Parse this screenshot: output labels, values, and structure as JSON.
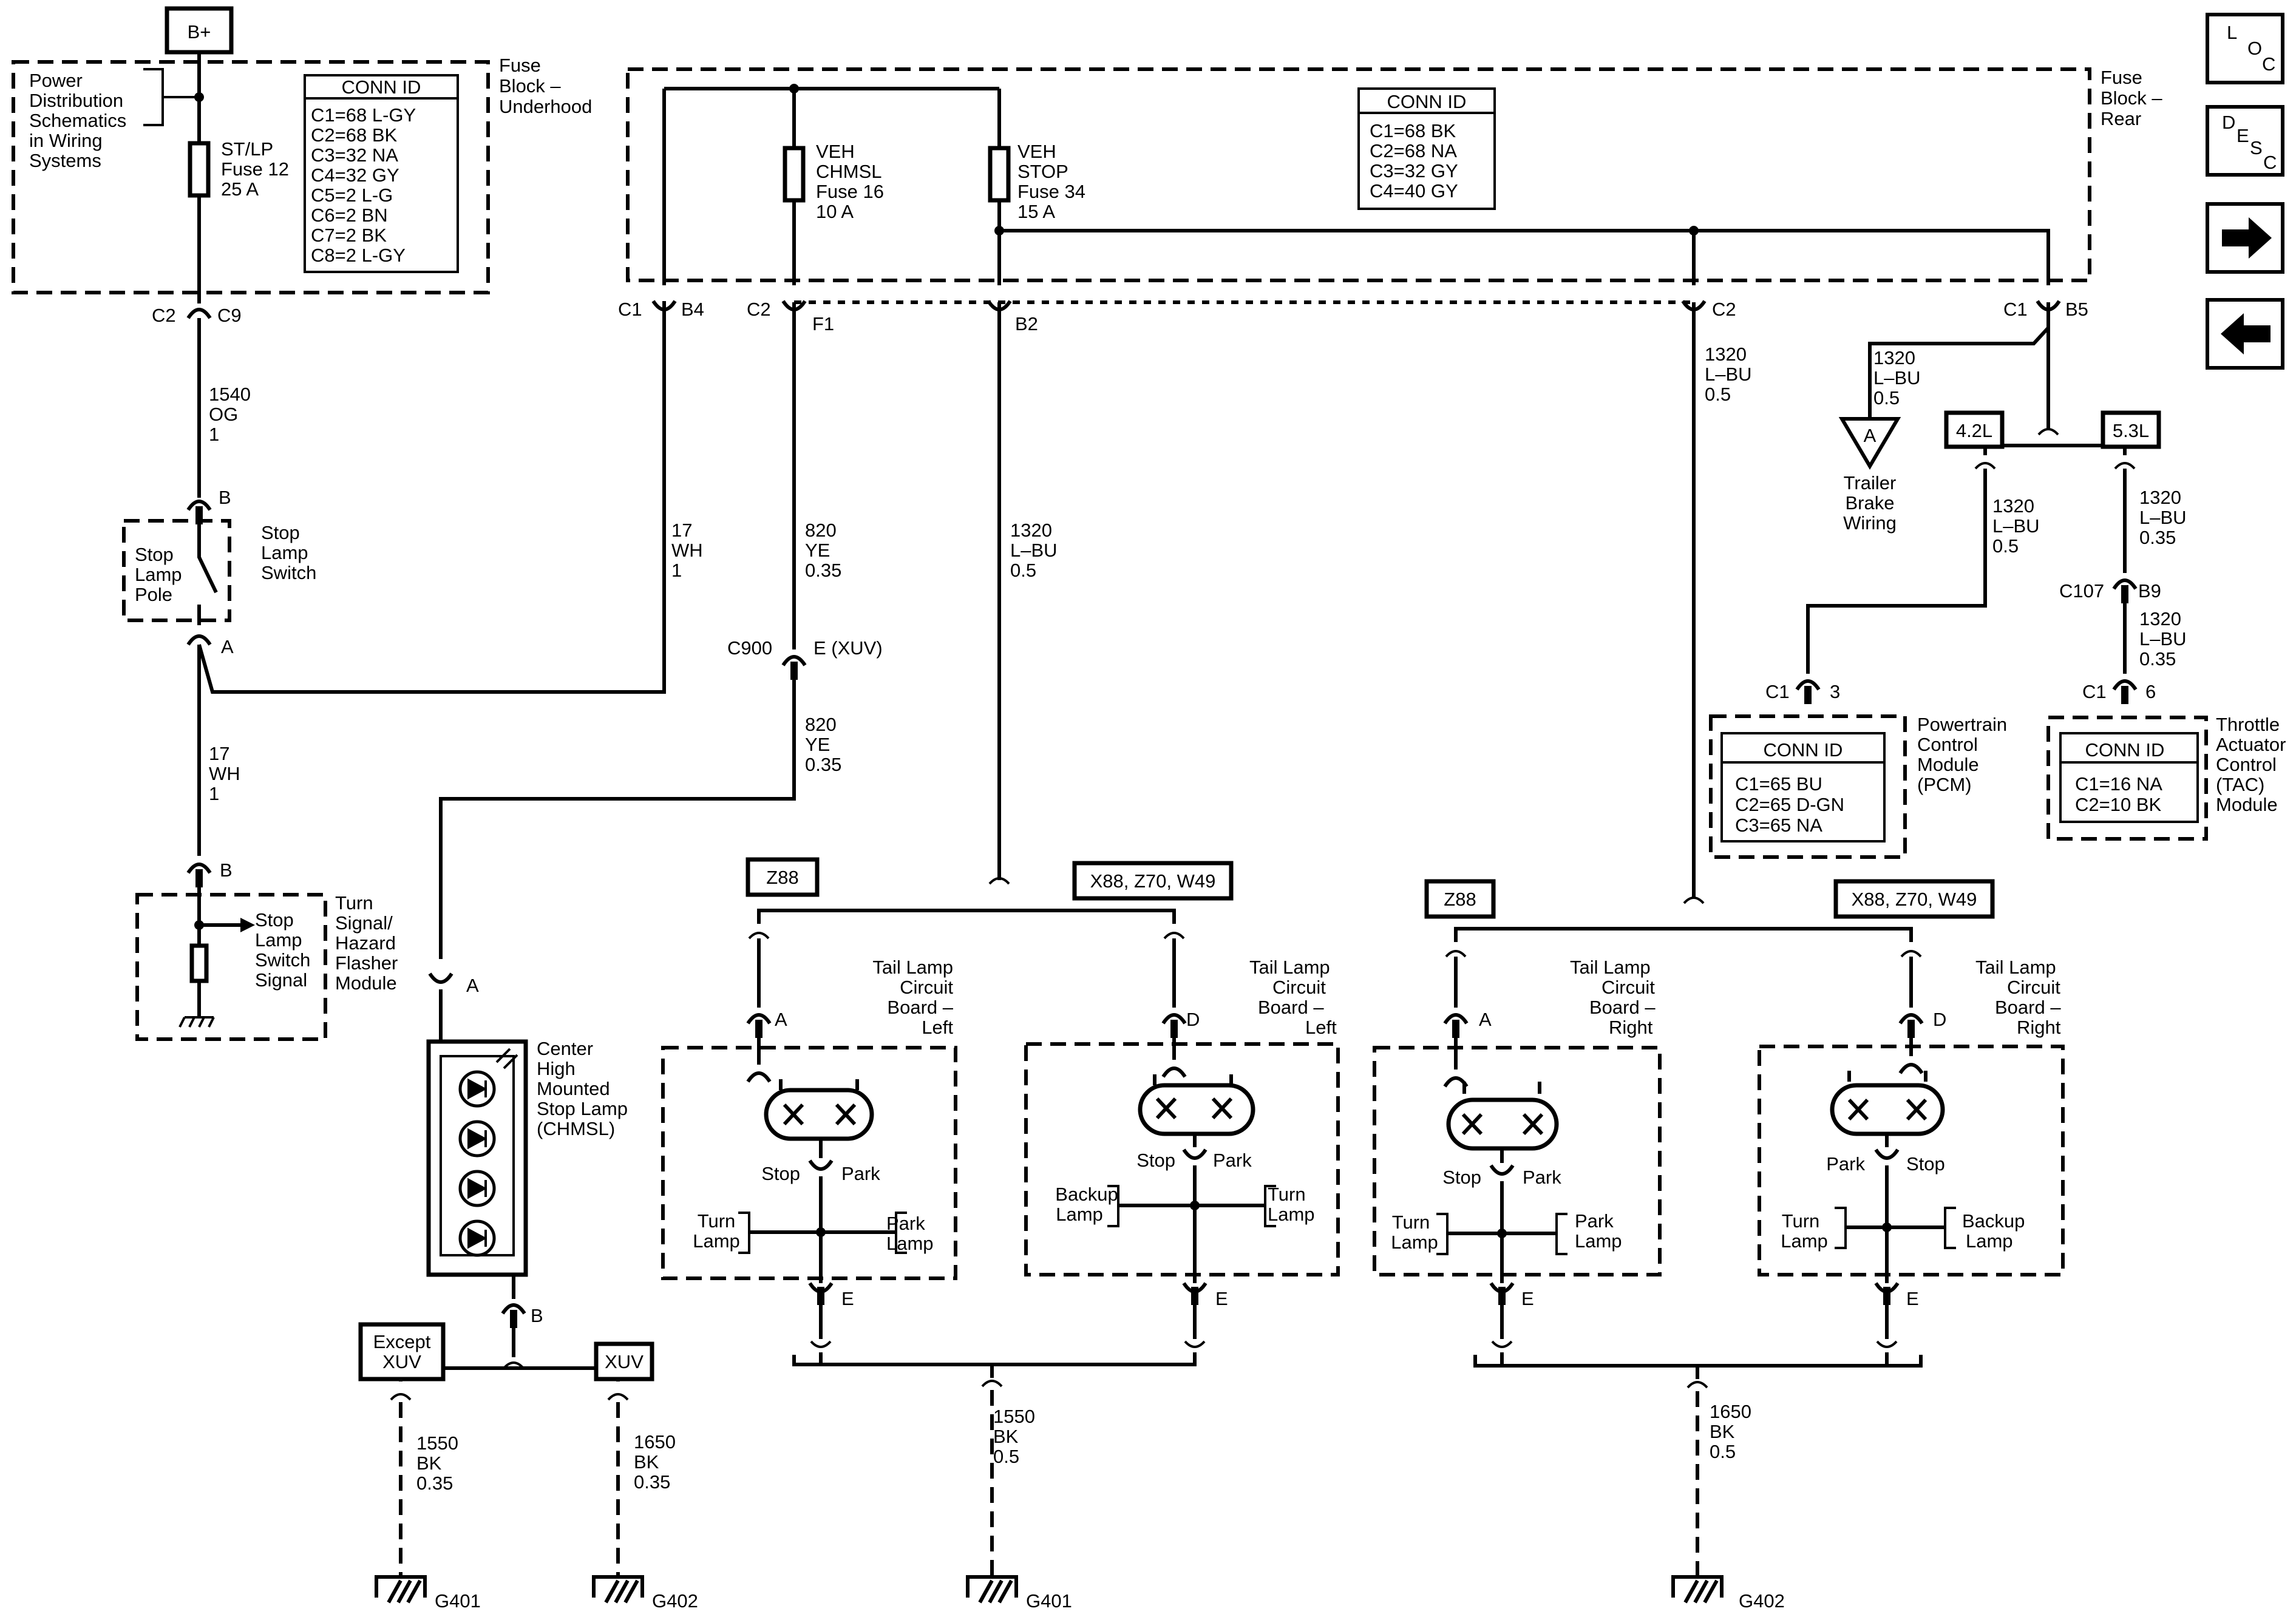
{
  "power": {
    "label": "B+"
  },
  "nav": {
    "loc": [
      "L",
      "O",
      "C"
    ],
    "desc": [
      "D",
      "E",
      "S",
      "C"
    ]
  },
  "underhood": {
    "title": [
      "Fuse",
      "Block –",
      "Underhood"
    ],
    "ref": [
      "Power",
      "Distribution",
      "Schematics",
      "in Wiring",
      "Systems"
    ],
    "fuse": [
      "ST/LP",
      "Fuse 12",
      "25 A"
    ],
    "conn_id_title": "CONN ID",
    "conn_ids": [
      "C1=68 L-GY",
      "C2=68 BK",
      "C3=32 NA",
      "C4=32 GY",
      "C5=2 L-G",
      "C6=2 BN",
      "C7=2 BK",
      "C8=2 L-GY"
    ]
  },
  "rear": {
    "title": [
      "Fuse",
      "Block –",
      "Rear"
    ],
    "conn_id_title": "CONN ID",
    "conn_ids": [
      "C1=68 BK",
      "C2=68 NA",
      "C3=32 GY",
      "C4=40 GY"
    ],
    "fuse16": [
      "VEH",
      "CHMSL",
      "Fuse 16",
      "10 A"
    ],
    "fuse34": [
      "VEH",
      "STOP",
      "Fuse 34",
      "15 A"
    ]
  },
  "connectors": {
    "c2_c9": [
      "C2",
      "C9"
    ],
    "c1_b4": [
      "C1",
      "B4"
    ],
    "c2_f1": [
      "C2",
      "F1"
    ],
    "b2": "B2",
    "c2_right": "C2",
    "c1_b5": [
      "C1",
      "B5"
    ],
    "sw_b": "B",
    "sw_a": "A",
    "mod_b": "B",
    "c900": [
      "C900",
      "E (XUV)"
    ],
    "chmsl_a": "A",
    "chmsl_b": "B",
    "c107": [
      "C107",
      "B9"
    ],
    "pcm": [
      "C1",
      "3"
    ],
    "tac": [
      "C1",
      "6"
    ]
  },
  "wires": {
    "w1540": [
      "1540",
      "OG",
      "1"
    ],
    "w17a": [
      "17",
      "WH",
      "1"
    ],
    "w17b": [
      "17",
      "WH",
      "1"
    ],
    "w820a": [
      "820",
      "YE",
      "0.35"
    ],
    "w820b": [
      "820",
      "YE",
      "0.35"
    ],
    "w1320a": [
      "1320",
      "L–BU",
      "0.5"
    ],
    "w1320b": [
      "1320",
      "L–BU",
      "0.5"
    ],
    "w1320c": [
      "1320",
      "L–BU",
      "0.5"
    ],
    "w1320d": [
      "1320",
      "L–BU",
      "0.5"
    ],
    "w1320e": [
      "1320",
      "L–BU",
      "0.35"
    ],
    "w1320f": [
      "1320",
      "L–BU",
      "0.35"
    ],
    "w1550a": [
      "1550",
      "BK",
      "0.35"
    ],
    "w1650a": [
      "1650",
      "BK",
      "0.35"
    ],
    "w1550b": [
      "1550",
      "BK",
      "0.5"
    ],
    "w1650b": [
      "1650",
      "BK",
      "0.5"
    ]
  },
  "switch": {
    "pole": [
      "Stop",
      "Lamp",
      "Pole"
    ],
    "name": [
      "Stop",
      "Lamp",
      "Switch"
    ]
  },
  "flasher": {
    "signal": [
      "Stop",
      "Lamp",
      "Switch",
      "Signal"
    ],
    "name": [
      "Turn",
      "Signal/",
      "Hazard",
      "Flasher",
      "Module"
    ]
  },
  "chmsl": {
    "name": [
      "Center",
      "High",
      "Mounted",
      "Stop Lamp",
      "(CHMSL)"
    ]
  },
  "trailer": {
    "arrow": "A",
    "name": [
      "Trailer",
      "Brake",
      "Wiring"
    ]
  },
  "options": {
    "z88_left": "Z88",
    "x88_left": "X88, Z70, W49",
    "z88_right": "Z88",
    "x88_right": "X88, Z70, W49",
    "l42": "4.2L",
    "l53": "5.3L",
    "except_xuv": [
      "Except",
      "XUV"
    ],
    "xuv": "XUV"
  },
  "pcm": {
    "name": [
      "Powertrain",
      "Control",
      "Module",
      "(PCM)"
    ],
    "conn_id_title": "CONN ID",
    "conn_ids": [
      "C1=65 BU",
      "C2=65 D-GN",
      "C3=65 NA"
    ]
  },
  "tac": {
    "name": [
      "Throttle",
      "Actuator",
      "Control",
      "(TAC)",
      "Module"
    ],
    "conn_id_title": "CONN ID",
    "conn_ids": [
      "C1=16 NA",
      "C2=10 BK"
    ]
  },
  "boards": [
    {
      "name": [
        "Tail Lamp",
        "Circuit",
        "Board –",
        "Left"
      ],
      "pin_top": "A",
      "pin_bot": "E",
      "bulb_left": "Stop",
      "bulb_right": "Park",
      "side_left": [
        "Turn",
        "Lamp"
      ],
      "side_right": [
        "Park",
        "Lamp"
      ]
    },
    {
      "name": [
        "Tail Lamp",
        "Circuit",
        "Board –",
        "Left"
      ],
      "pin_top": "D",
      "pin_bot": "E",
      "bulb_left": "Stop",
      "bulb_right": "Park",
      "side_left": [
        "Backup",
        "Lamp"
      ],
      "side_right": [
        "Turn",
        "Lamp"
      ]
    },
    {
      "name": [
        "Tail Lamp",
        "Circuit",
        "Board –",
        "Right"
      ],
      "pin_top": "A",
      "pin_bot": "E",
      "bulb_left": "Stop",
      "bulb_right": "Park",
      "side_left": [
        "Turn",
        "Lamp"
      ],
      "side_right": [
        "Park",
        "Lamp"
      ]
    },
    {
      "name": [
        "Tail Lamp",
        "Circuit",
        "Board –",
        "Right"
      ],
      "pin_top": "D",
      "pin_bot": "E",
      "bulb_left": "Park",
      "bulb_right": "Stop",
      "side_left": [
        "Turn",
        "Lamp"
      ],
      "side_right": [
        "Backup",
        "Lamp"
      ]
    }
  ],
  "grounds": {
    "g401a": "G401",
    "g402a": "G402",
    "g401b": "G401",
    "g402b": "G402"
  }
}
